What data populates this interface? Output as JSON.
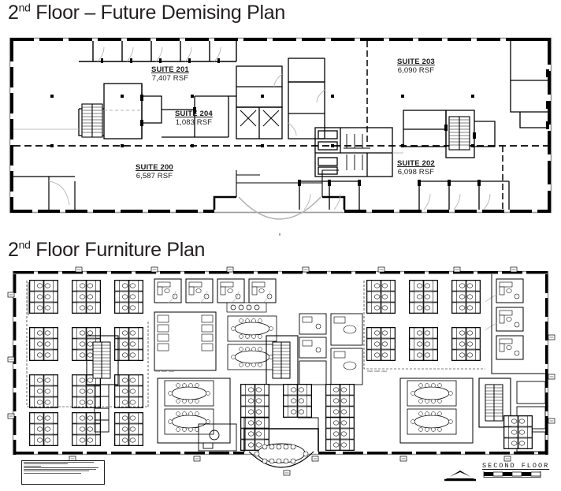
{
  "document": {
    "sections": [
      {
        "id": "demising",
        "heading_prefix": "2",
        "heading_sup": "nd",
        "heading_rest": " Floor – Future Demising Plan"
      },
      {
        "id": "furniture",
        "heading_prefix": "2",
        "heading_sup": "nd",
        "heading_rest": " Floor Furniture Plan"
      }
    ]
  },
  "demising_plan": {
    "suites": [
      {
        "name": "SUITE 201",
        "area": "7,407 RSF"
      },
      {
        "name": "SUITE 204",
        "area": "1,083 RSF"
      },
      {
        "name": "SUITE 200",
        "area": "6,587 RSF"
      },
      {
        "name": "SUITE 203",
        "area": "6,090 RSF"
      },
      {
        "name": "SUITE 202",
        "area": "6,098 RSF"
      }
    ]
  },
  "furniture_plan": {
    "title_block": {
      "label": "SECOND FLOOR",
      "north_arrow": "north-arrow-icon",
      "scale_bar": "graphic-scale-bar"
    },
    "general_notes": {
      "lines": 7
    }
  },
  "colors": {
    "ink": "#231f20",
    "wall_heavy": "#000000",
    "wall_light": "#8a8a8a",
    "paper": "#ffffff"
  }
}
